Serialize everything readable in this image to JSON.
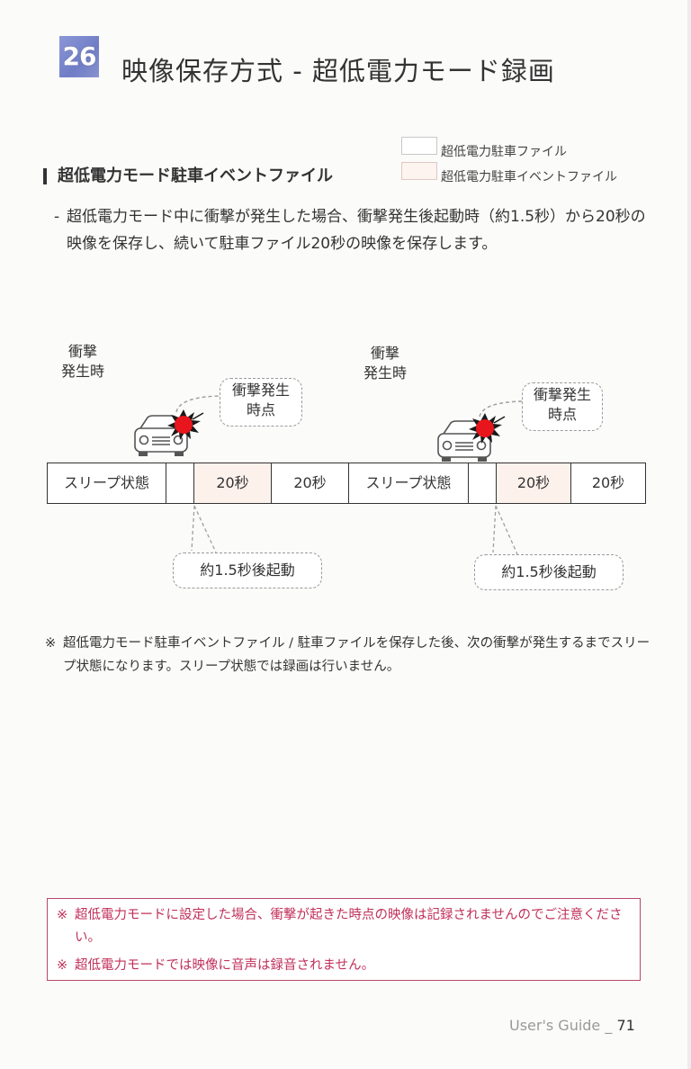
{
  "header": {
    "chapter_number": "26",
    "title": "映像保存方式 - 超低電力モード録画"
  },
  "legend": [
    {
      "label": "超低電力駐車ファイル",
      "color": "#ffffff"
    },
    {
      "label": "超低電力駐車イベントファイル",
      "color": "#fdf3ef"
    }
  ],
  "section": {
    "title": "超低電力モード駐車イベントファイル",
    "description_dash": "-",
    "description": "超低電力モード中に衝撃が発生した場合、衝撃発生後起動時（約1.5秒）から20秒の映像を保存し、続いて駐車ファイル20秒の映像を保存します。"
  },
  "diagram": {
    "impact_labels": [
      {
        "line1": "衝撃",
        "line2": "発生時"
      },
      {
        "line1": "衝撃",
        "line2": "発生時"
      }
    ],
    "impact_callouts": [
      {
        "line1": "衝撃発生",
        "line2": "時点"
      },
      {
        "line1": "衝撃発生",
        "line2": "時点"
      }
    ],
    "timeline": [
      {
        "label": "スリープ状態",
        "type": "sleep"
      },
      {
        "label": "",
        "type": "boot"
      },
      {
        "label": "20秒",
        "type": "event"
      },
      {
        "label": "20秒",
        "type": "parking"
      },
      {
        "label": "スリープ状態",
        "type": "sleep"
      },
      {
        "label": "",
        "type": "boot"
      },
      {
        "label": "20秒",
        "type": "event"
      },
      {
        "label": "20秒",
        "type": "parking"
      }
    ],
    "boot_callouts": [
      {
        "label": "約1.5秒後起動"
      },
      {
        "label": "約1.5秒後起動"
      }
    ],
    "colors": {
      "event_fill": "#fdf1ec",
      "impact_burst": "#e8151c",
      "border": "#333333"
    }
  },
  "note": {
    "mark": "※",
    "text": "超低電力モード駐車イベントファイル / 駐車ファイルを保存した後、次の衝撃が発生するまでスリープ状態になります。スリープ状態では録画は行いません。"
  },
  "warnings": {
    "border_color": "#b5486b",
    "text_color": "#c0305a",
    "items": [
      {
        "mark": "※",
        "text": "超低電力モードに設定した場合、衝撃が起きた時点の映像は記録されませんのでご注意ください。"
      },
      {
        "mark": "※",
        "text": "超低電力モードでは映像に音声は録音されません。"
      }
    ]
  },
  "footer": {
    "guide_label": "User's Guide _ ",
    "page_number": "71"
  }
}
